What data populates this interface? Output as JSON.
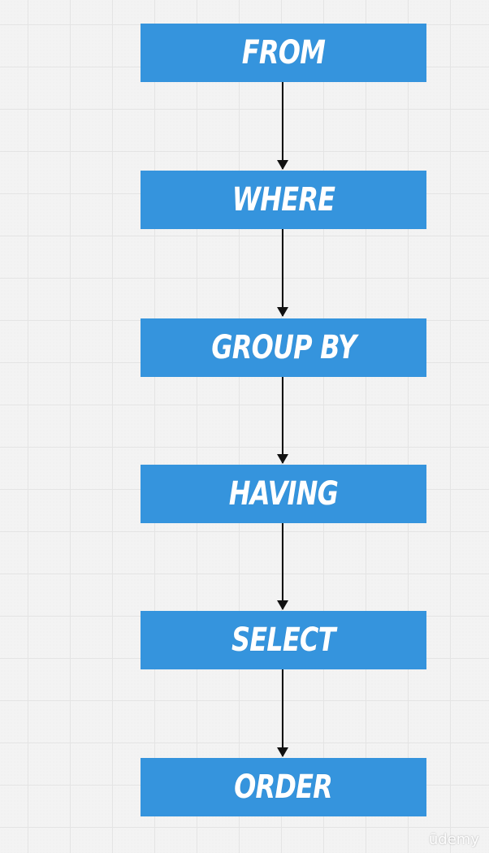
{
  "diagram": {
    "steps": [
      {
        "label": "FROM"
      },
      {
        "label": "WHERE"
      },
      {
        "label": "GROUP BY"
      },
      {
        "label": "HAVING"
      },
      {
        "label": "SELECT"
      },
      {
        "label": "ORDER"
      }
    ]
  },
  "watermark": "ūdemy",
  "colors": {
    "box_fill": "#3594dd",
    "box_text": "#ffffff",
    "arrow": "#111111",
    "background": "#f3f3f3",
    "grid": "#e4e4e4"
  }
}
